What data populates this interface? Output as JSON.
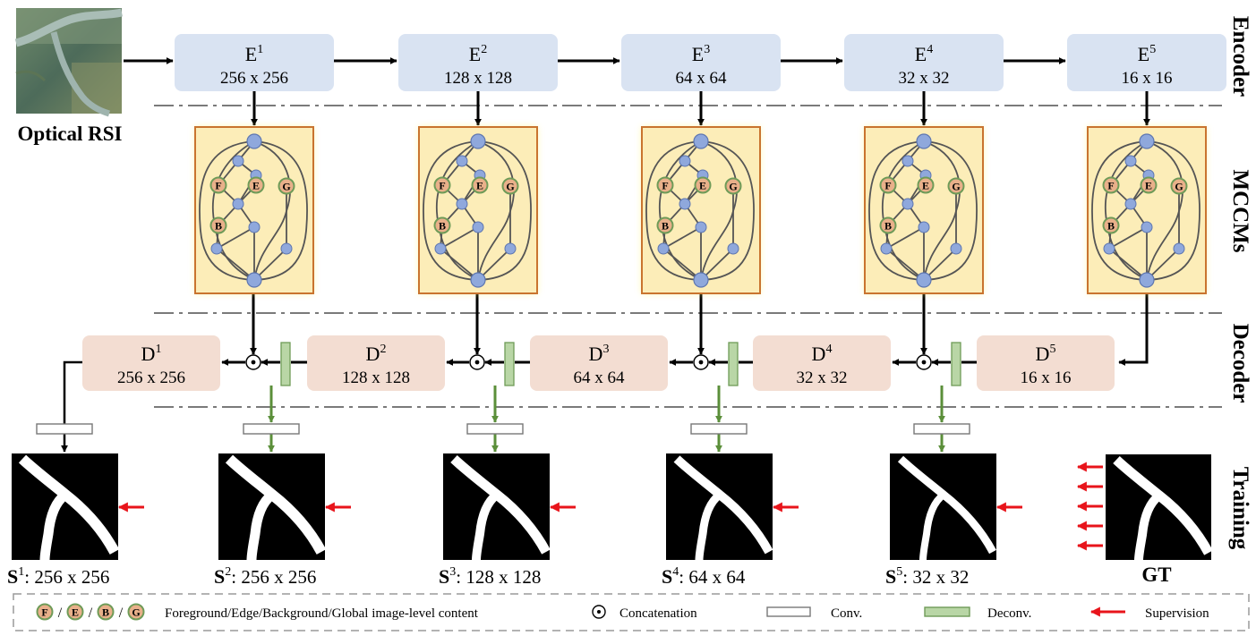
{
  "input": {
    "label": "Optical RSI"
  },
  "sections": {
    "encoder": "Encoder",
    "mccms": "MCCMs",
    "decoder": "Decoder",
    "training": "Training"
  },
  "encoder": [
    {
      "name": "E",
      "sup": "1",
      "size": "256 x 256"
    },
    {
      "name": "E",
      "sup": "2",
      "size": "128 x 128"
    },
    {
      "name": "E",
      "sup": "3",
      "size": "64 x 64"
    },
    {
      "name": "E",
      "sup": "4",
      "size": "32 x 32"
    },
    {
      "name": "E",
      "sup": "5",
      "size": "16 x 16"
    }
  ],
  "decoder": [
    {
      "name": "D",
      "sup": "1",
      "size": "256 x 256"
    },
    {
      "name": "D",
      "sup": "2",
      "size": "128 x 128"
    },
    {
      "name": "D",
      "sup": "3",
      "size": "64 x 64"
    },
    {
      "name": "D",
      "sup": "4",
      "size": "32 x 32"
    },
    {
      "name": "D",
      "sup": "5",
      "size": "16 x 16"
    }
  ],
  "graph_nodes": {
    "foreground": "F",
    "edge": "E",
    "background": "B",
    "global": "G"
  },
  "outputs": [
    {
      "name": "S",
      "sup": "1",
      "size": ": 256 x 256"
    },
    {
      "name": "S",
      "sup": "2",
      "size": ": 256 x 256"
    },
    {
      "name": "S",
      "sup": "3",
      "size": ": 128 x 128"
    },
    {
      "name": "S",
      "sup": "4",
      "size": ": 64 x 64"
    },
    {
      "name": "S",
      "sup": "5",
      "size": ": 32 x 32"
    }
  ],
  "ground_truth": {
    "label": "GT"
  },
  "legend": {
    "separator": "/",
    "content_text": "Foreground/Edge/Background/Global image-level content",
    "concat_text": "Concatenation",
    "conv_text": "Conv.",
    "deconv_text": "Deconv.",
    "supervision_text": "Supervision"
  },
  "colors": {
    "encoder_fill": "#d9e3f2",
    "decoder_fill": "#f3ddd2",
    "mccm_fill": "#fcedb8",
    "mccm_border": "#c9742f",
    "node_fill": "#8fa8dc",
    "deconv_fill": "#b9d6a6",
    "green_arrow": "#5b8f3a",
    "supervision_red": "#e8141b"
  }
}
